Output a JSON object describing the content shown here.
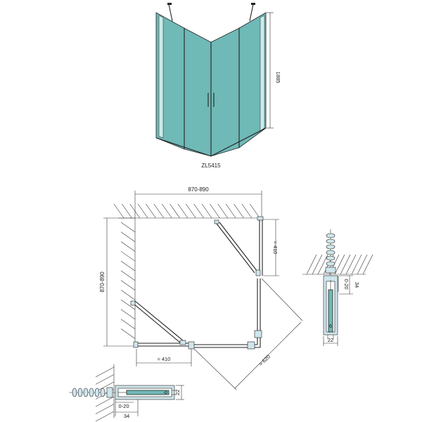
{
  "product": {
    "model_code": "ZL5415",
    "height_label": "1885"
  },
  "plan": {
    "width_label": "870-890",
    "depth_label": "870-890",
    "door_left_label": "≈ 410",
    "door_right_label": "≈ 410",
    "diagonal_label": "≈ 620"
  },
  "detail_right": {
    "adjust_label": "0-20",
    "depth_label": "34",
    "glass_label": "6",
    "width_label": "22"
  },
  "detail_bottom": {
    "height_label": "22",
    "glass_label": "6",
    "adjust_label": "0-20",
    "depth_label": "34"
  },
  "colors": {
    "glass": "#6fb9b7",
    "glass_light": "#c9ece9",
    "profile": "#cfe6ec",
    "line": "#222222"
  }
}
